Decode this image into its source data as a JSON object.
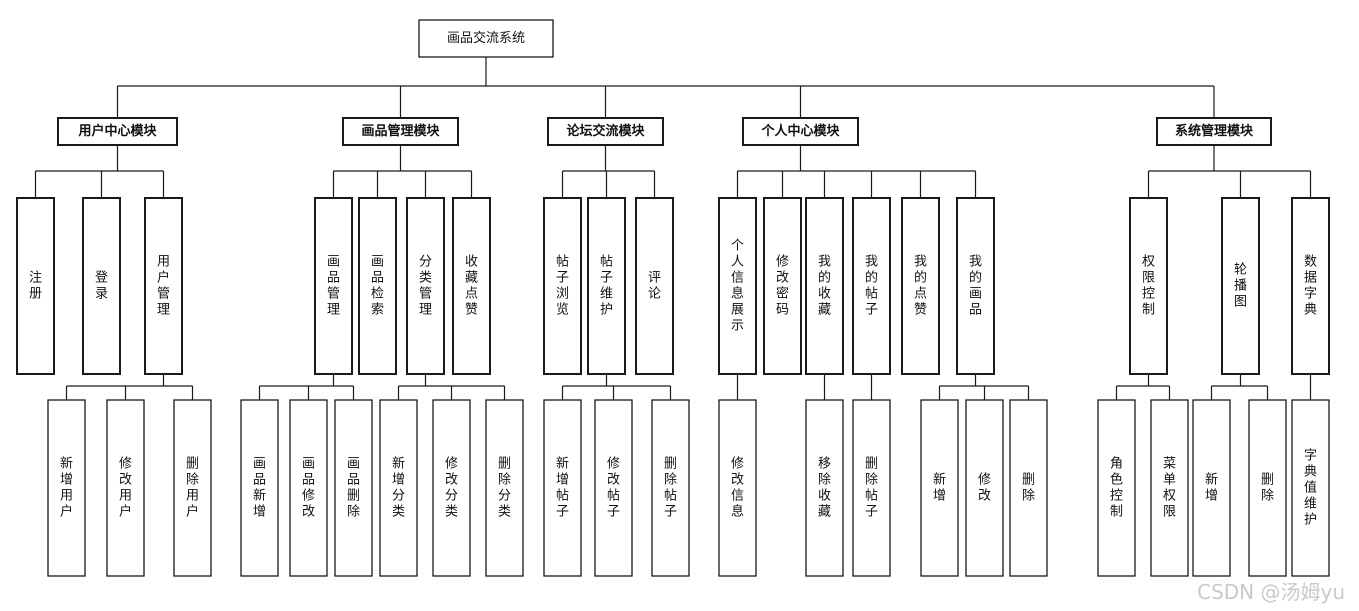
{
  "root": {
    "label": "画品交流系统"
  },
  "modules": [
    {
      "id": "m1",
      "label": "用户中心模块"
    },
    {
      "id": "m2",
      "label": "画品管理模块"
    },
    {
      "id": "m3",
      "label": "论坛交流模块"
    },
    {
      "id": "m4",
      "label": "个人中心模块"
    },
    {
      "id": "m5",
      "label": "系统管理模块"
    }
  ],
  "level2": [
    {
      "id": "a1",
      "parent": "m1",
      "label": "注册"
    },
    {
      "id": "a2",
      "parent": "m1",
      "label": "登录"
    },
    {
      "id": "a3",
      "parent": "m1",
      "label": "用户管理"
    },
    {
      "id": "b1",
      "parent": "m2",
      "label": "画品管理"
    },
    {
      "id": "b2",
      "parent": "m2",
      "label": "画品检索"
    },
    {
      "id": "b3",
      "parent": "m2",
      "label": "分类管理"
    },
    {
      "id": "b4",
      "parent": "m2",
      "label": "收藏点赞"
    },
    {
      "id": "c1",
      "parent": "m3",
      "label": "帖子浏览"
    },
    {
      "id": "c2",
      "parent": "m3",
      "label": "帖子维护"
    },
    {
      "id": "c3",
      "parent": "m3",
      "label": "评论"
    },
    {
      "id": "d1",
      "parent": "m4",
      "label": "个人信息展示"
    },
    {
      "id": "d2",
      "parent": "m4",
      "label": "修改密码"
    },
    {
      "id": "d3",
      "parent": "m4",
      "label": "我的收藏"
    },
    {
      "id": "d4",
      "parent": "m4",
      "label": "我的帖子"
    },
    {
      "id": "d5",
      "parent": "m4",
      "label": "我的点赞"
    },
    {
      "id": "d6",
      "parent": "m4",
      "label": "我的画品"
    },
    {
      "id": "e1",
      "parent": "m5",
      "label": "权限控制"
    },
    {
      "id": "e2",
      "parent": "m5",
      "label": "轮播图"
    },
    {
      "id": "e3",
      "parent": "m5",
      "label": "数据字典"
    }
  ],
  "level3": [
    {
      "parent": "a3",
      "label": "新增用户"
    },
    {
      "parent": "a3",
      "label": "修改用户"
    },
    {
      "parent": "a3",
      "label": "删除用户"
    },
    {
      "parent": "b1",
      "label": "画品新增"
    },
    {
      "parent": "b1",
      "label": "画品修改"
    },
    {
      "parent": "b1",
      "label": "画品删除"
    },
    {
      "parent": "b3",
      "label": "新增分类"
    },
    {
      "parent": "b3",
      "label": "修改分类"
    },
    {
      "parent": "b3",
      "label": "删除分类"
    },
    {
      "parent": "c2",
      "label": "新增帖子"
    },
    {
      "parent": "c2",
      "label": "修改帖子"
    },
    {
      "parent": "c2",
      "label": "删除帖子"
    },
    {
      "parent": "d1",
      "label": "修改信息"
    },
    {
      "parent": "d3",
      "label": "移除收藏"
    },
    {
      "parent": "d4",
      "label": "删除帖子"
    },
    {
      "parent": "d6",
      "label": "新增"
    },
    {
      "parent": "d6",
      "label": "修改"
    },
    {
      "parent": "d6",
      "label": "删除"
    },
    {
      "parent": "e1",
      "label": "角色控制"
    },
    {
      "parent": "e1",
      "label": "菜单权限"
    },
    {
      "parent": "e2",
      "label": "新增"
    },
    {
      "parent": "e2",
      "label": "删除"
    },
    {
      "parent": "e3",
      "label": "字典值维护"
    }
  ],
  "watermark": "CSDN @汤姆yu"
}
